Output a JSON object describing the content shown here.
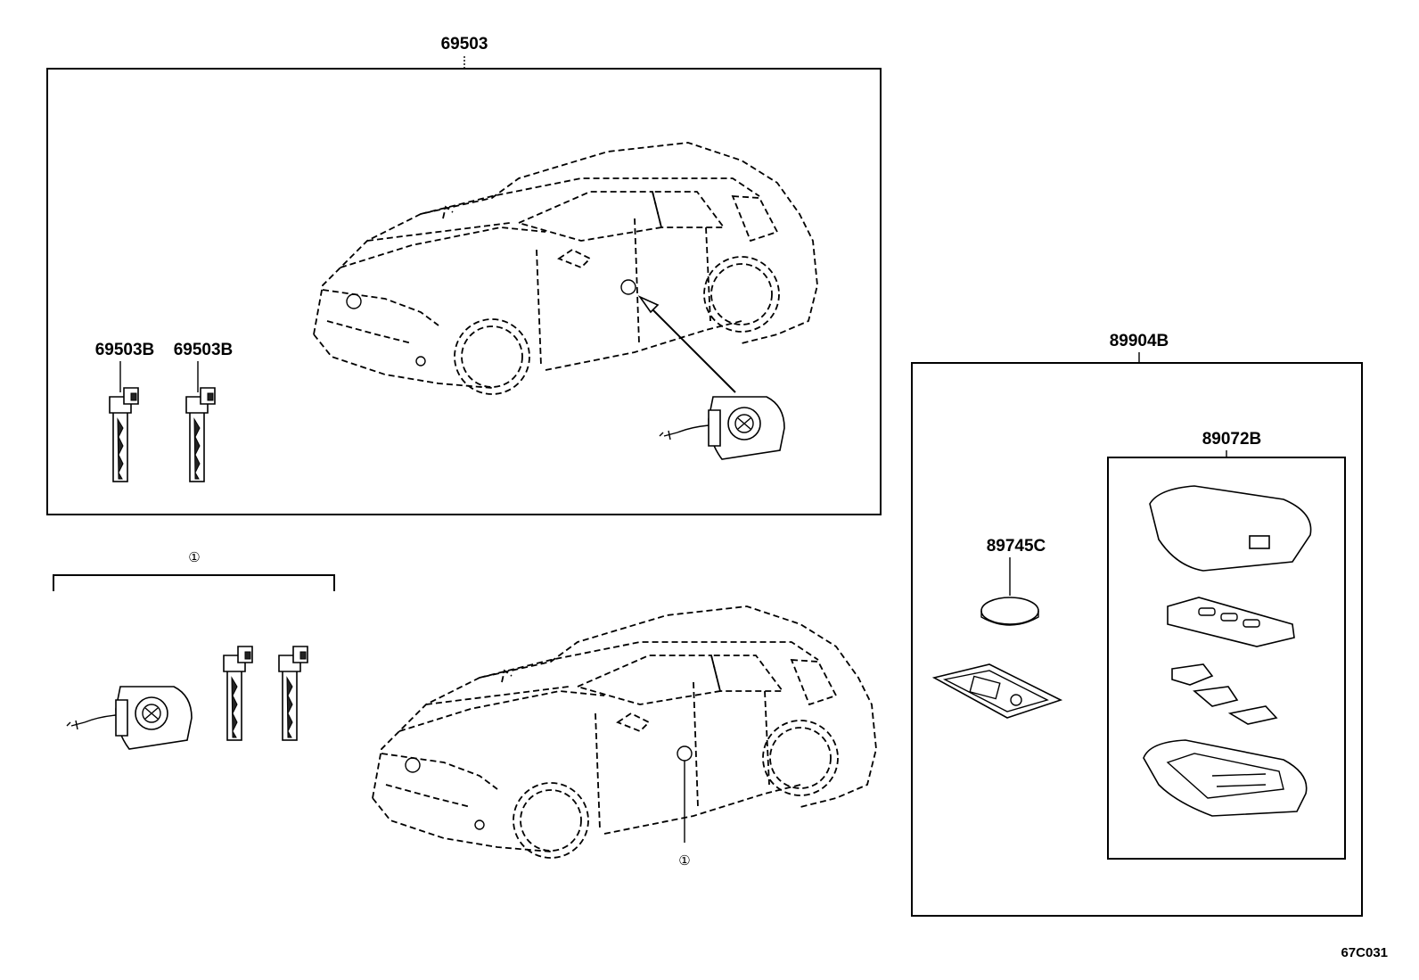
{
  "diagram": {
    "labels": {
      "lock_cylinder_set": "69503",
      "key_left": "69503B",
      "key_right": "69503B",
      "smart_key_set": "89904B",
      "key_case": "89072B",
      "battery": "89745C",
      "circled_ref_top": "①",
      "circled_ref_vehicle": "①",
      "figure_code": "67C031"
    }
  }
}
